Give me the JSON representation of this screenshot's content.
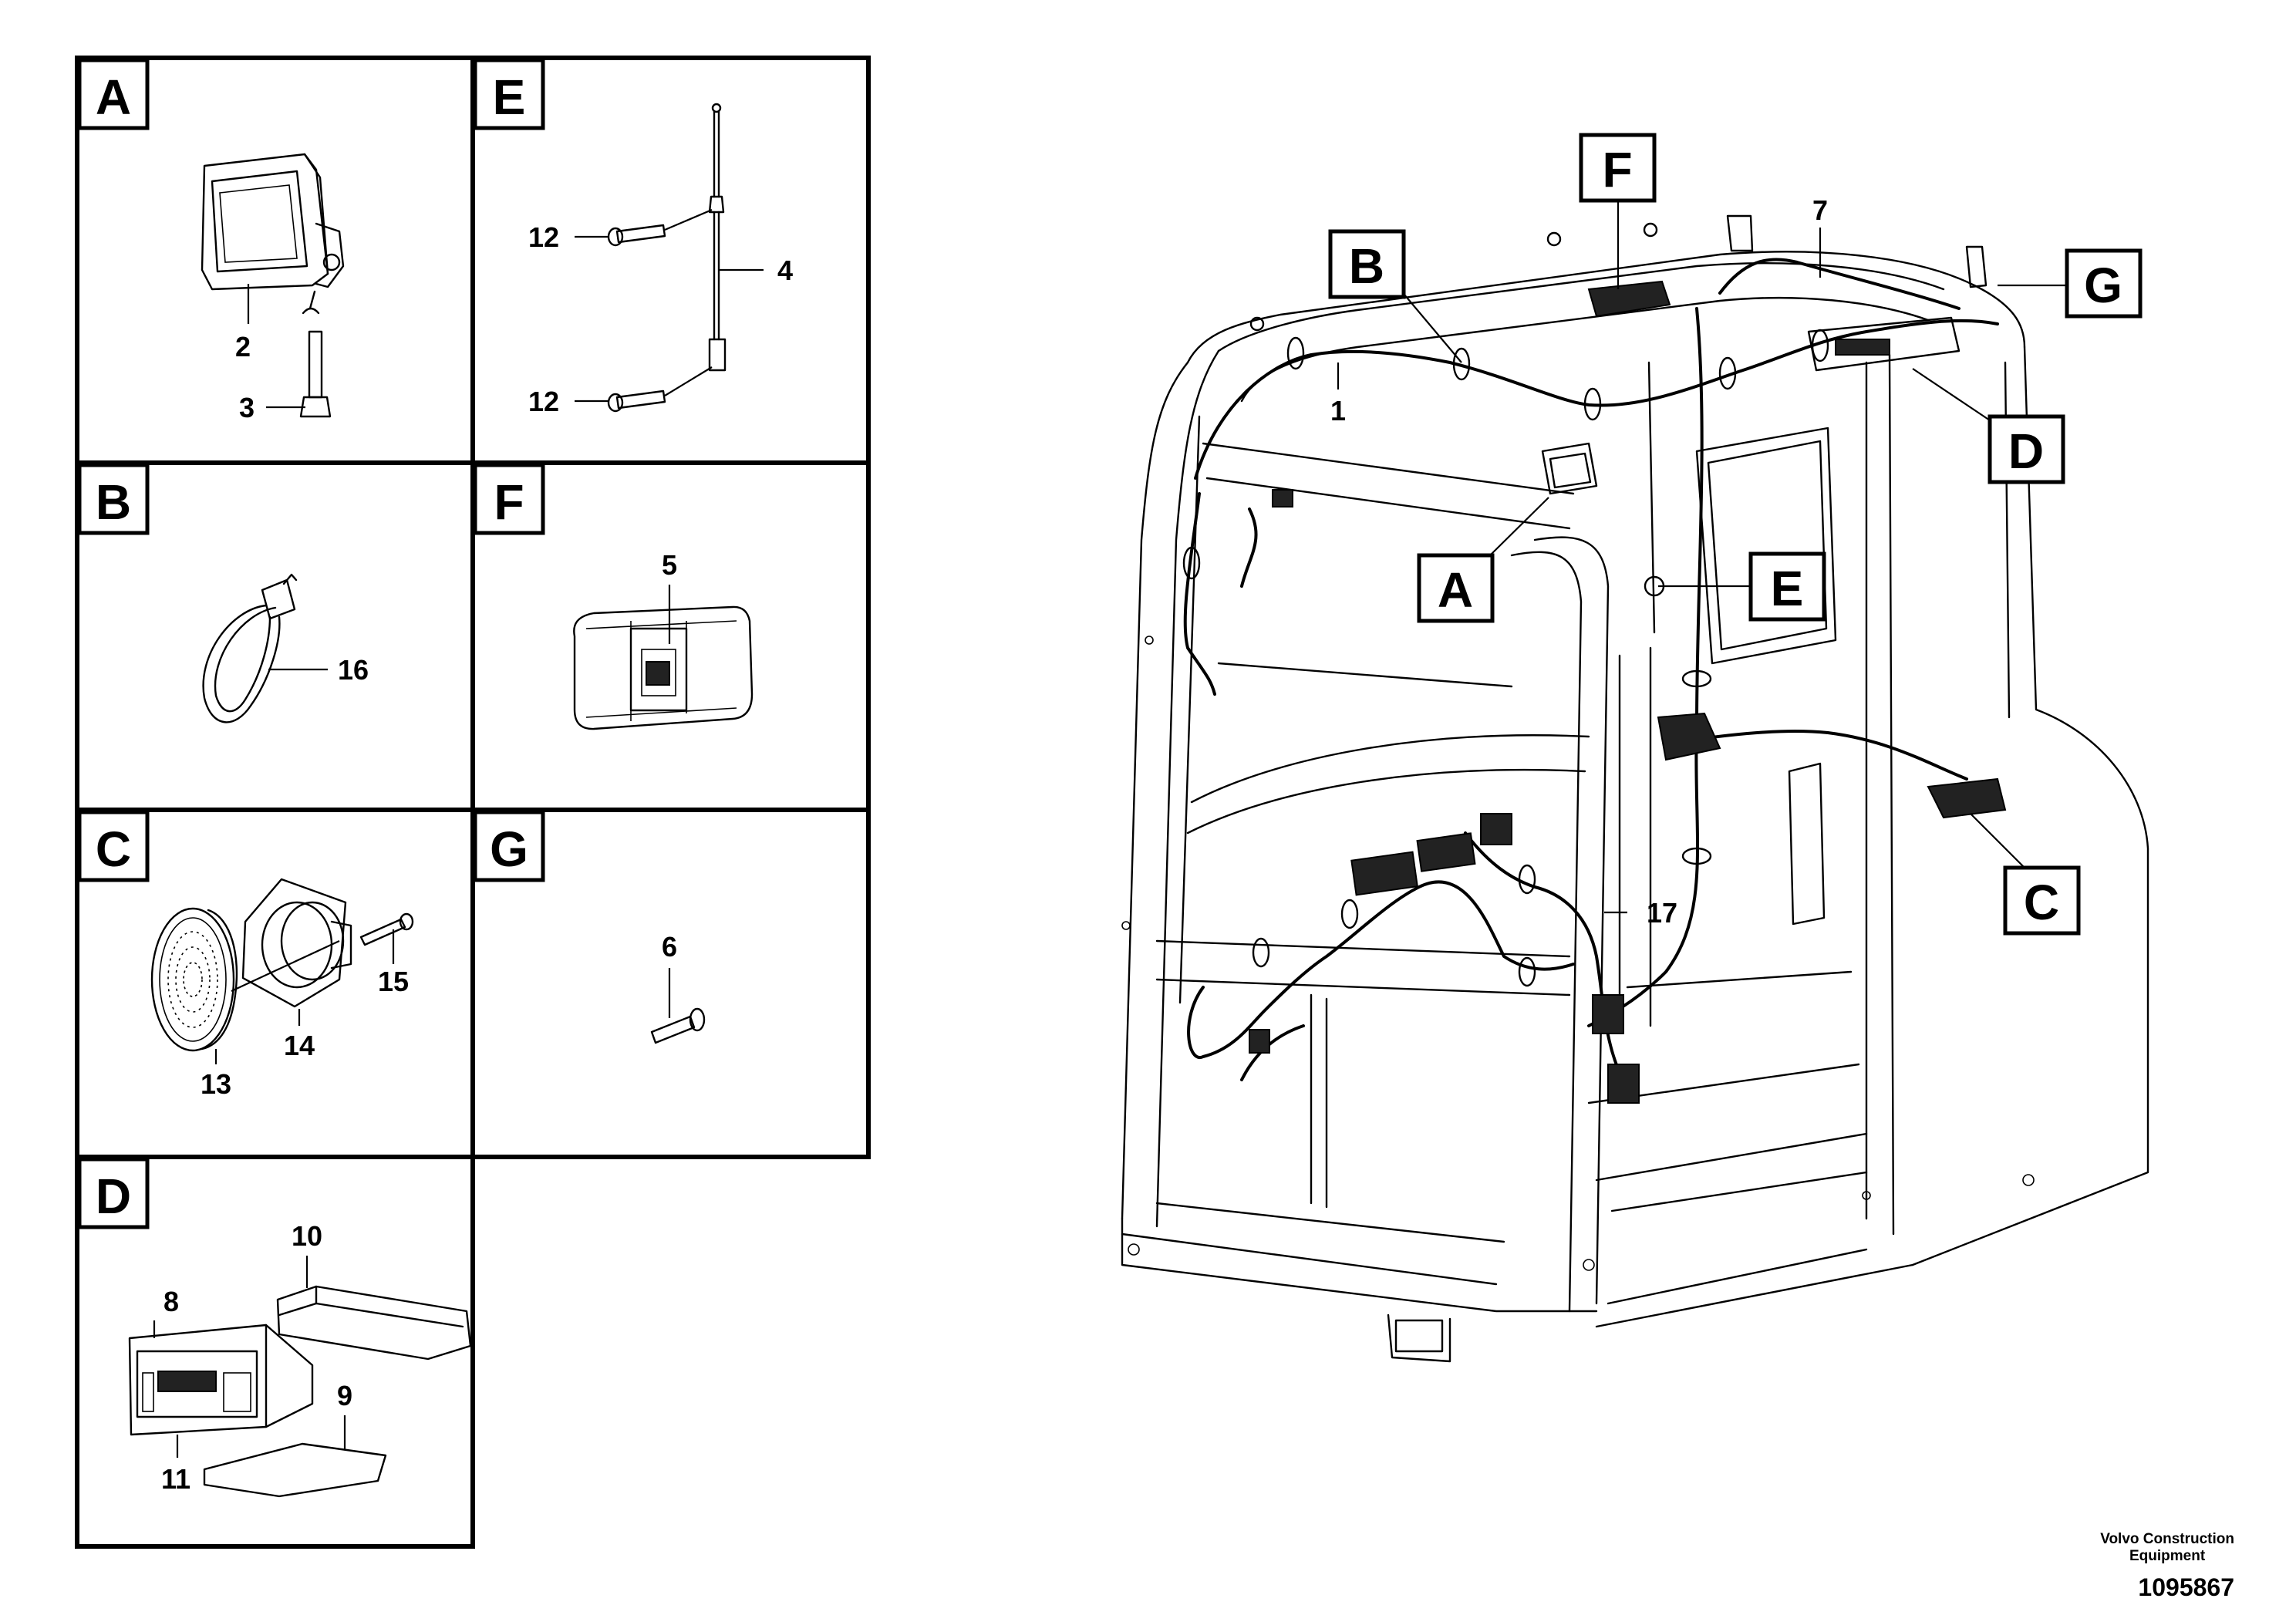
{
  "panels": [
    {
      "letter": "A",
      "parts": [
        "2",
        "3"
      ]
    },
    {
      "letter": "E",
      "parts": [
        "12",
        "4",
        "12"
      ]
    },
    {
      "letter": "B",
      "parts": [
        "16"
      ]
    },
    {
      "letter": "F",
      "parts": [
        "5"
      ]
    },
    {
      "letter": "C",
      "parts": [
        "15",
        "14",
        "13"
      ]
    },
    {
      "letter": "G",
      "parts": [
        "6"
      ]
    },
    {
      "letter": "D",
      "parts": [
        "10",
        "8",
        "9",
        "11"
      ]
    }
  ],
  "main_view": {
    "callouts": [
      "F",
      "B",
      "G",
      "D",
      "A",
      "E",
      "C"
    ],
    "part_numbers": [
      "7",
      "1",
      "17"
    ]
  },
  "footer": {
    "company_line1": "Volvo Construction",
    "company_line2": "Equipment",
    "drawing_number": "1095867"
  }
}
